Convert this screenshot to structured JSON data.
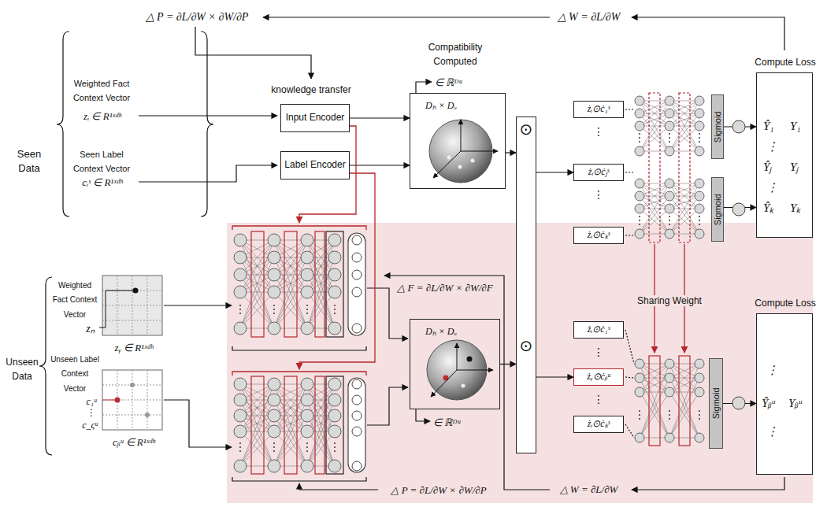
{
  "diagram": {
    "nodes": [
      {
        "text": [
          "Input Encoder"
        ]
      },
      {
        "text": [
          "Label Encoder"
        ]
      },
      {
        "text": [
          "Dₕ × Dᵤ"
        ]
      },
      {
        "text": [
          "⊙",
          "⊙"
        ]
      },
      {
        "text": [
          "żᵢ⊙ċ₁ˢ"
        ]
      },
      {
        "text": [
          "żᵢ⊙ċⱼˢ"
        ]
      },
      {
        "text": [
          "żᵢ⊙ċₖˢ"
        ]
      },
      {
        "text": [
          "Sigmoid"
        ]
      },
      {
        "text": [
          "Sigmoid"
        ]
      },
      {
        "text": [
          "Compute Loss",
          "Ŷ₁",
          "Y₁",
          "⋮",
          "Ŷⱼ",
          "Yⱼ",
          "⋮",
          "Ŷₖ",
          "Yₖ"
        ]
      },
      {
        "text": [
          "Dₕ × Dᵤ"
        ]
      },
      {
        "text": [
          "żᵢ⊙ċ₁ˢ"
        ]
      },
      {
        "text": [
          "żᵧ⊙ċᵦᵘ"
        ]
      },
      {
        "text": [
          "żᵢ⊙ċₖˢ"
        ]
      },
      {
        "text": [
          "Sigmoid"
        ]
      },
      {
        "text": [
          "Compute Loss",
          "⋮",
          "Ŷᵦᵘ",
          "Yᵦᵘ",
          "⋮"
        ]
      }
    ],
    "edges": [
      {
        "from": 0,
        "to": 2,
        "arrow": "to"
      },
      {
        "from": 1,
        "to": 2,
        "arrow": "to"
      },
      {
        "from": 2,
        "to": 3,
        "arrow": "to"
      },
      {
        "from": 10,
        "to": 3,
        "arrow": "to"
      },
      {
        "from": 3,
        "to": 5,
        "arrow": "to"
      },
      {
        "from": 3,
        "to": 12,
        "arrow": "to"
      },
      {
        "from": 7,
        "to": 9,
        "arrow": "to"
      },
      {
        "from": 8,
        "to": 9,
        "arrow": "to"
      },
      {
        "from": 14,
        "to": 15,
        "arrow": "to"
      }
    ],
    "labels": [
      "△ P = ∂L/∂W × ∂W/∂P",
      "△ W = ∂L/∂W",
      "knowledge transfer",
      "Compatibility Computed",
      "∈ ℝᴰᵘ",
      "Seen Data",
      "Weighted Fact Context Vector",
      "zᵢ ∈ R¹ˣᵈʰ",
      "Seen Label Context Vector",
      "cᵢˢ ∈ R¹ˣᵈʰ",
      "⋮",
      "⋮",
      "Unseen Data",
      "Weighted Fact Context Vector",
      "zₙ",
      "zᵧ ∈ R¹ˣᵈʰ",
      "Unseen Label Context Vector",
      "c₁ᵘ",
      "⋮",
      "c_ςᵘ",
      "cᵦᵘ ∈ R¹ˣᵈʰ",
      "△ F = ∂L/∂W × ∂W/∂F",
      "∈ ℝᴰᵘ",
      "△ P = ∂L/∂W × ∂W/∂P",
      "⋮",
      "⋮",
      "Sharing Weight",
      "△ W = ∂L/∂W"
    ]
  }
}
